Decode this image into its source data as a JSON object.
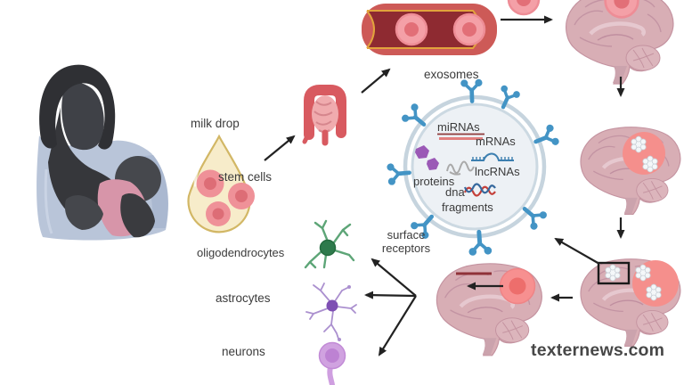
{
  "title": "breast milk exosome pathway diagram",
  "labels": {
    "milk_drop": "milk drop",
    "stem_cells": "stem cells",
    "exosomes": "exosomes",
    "mirnas": "miRNAs",
    "mrnas": "mRNAs",
    "lncrnas": "lncRNAs",
    "proteins": "proteins",
    "dna": "dna",
    "fragments": "fragments",
    "surface_line1": "surface",
    "surface_line2": "receptors",
    "oligodendrocytes": "oligodendrocytes",
    "astrocytes": "astrocytes",
    "neurons": "neurons"
  },
  "watermark": "texternews.com",
  "icons": [
    "mother-breastfeeding-icon",
    "milk-drop-icon",
    "stem-cell-icon",
    "intestine-icon",
    "blood-vessel-icon",
    "red-blood-cell-icon",
    "exosome-icon",
    "surface-receptor-icon",
    "mirna-underline-icon",
    "mrna-strand-icon",
    "lncrna-coil-icon",
    "protein-blob-icon",
    "dna-helix-icon",
    "brain-icon",
    "lesion-icon",
    "zoom-box-icon",
    "arrow-icon",
    "oligodendrocyte-icon",
    "astrocyte-icon",
    "neuron-icon"
  ],
  "colors": {
    "text": "#3b3b3b",
    "arrow": "#222222",
    "receptor_blue": "#4394c5",
    "exosome_membrane": "#c6d4de",
    "exosome_fill": "#edf1f5",
    "vessel_wall": "#cd5a57",
    "vessel_lumen": "#8e2a31",
    "vessel_lining_gold": "#e2a33c",
    "cell_pink": "#f4989e",
    "cell_core": "#e26f77",
    "milk_drop_fill": "#f7ecca",
    "milk_drop_border": "#d2b765",
    "intestine_red": "#d85a60",
    "brain_pink": "#d8aeb5",
    "lesion_pink": "#f58f8c",
    "mirna_underline_dark": "#8e3a3a",
    "mirna_underline_light": "#e27e7e",
    "mrna_blue": "#3c7fb0",
    "dna_red": "#c4403a",
    "dna_blue": "#35689d",
    "protein_purple": "#9b59b6",
    "oligodendrocyte_green": "#2e7a4c",
    "astrocyte_purple": "#a98fd0",
    "neuron_purple": "#cf9fe0",
    "shawl_blue": "#b9c5d9",
    "figure_dark": "#3e4045",
    "baby_pink": "#d795a9"
  }
}
